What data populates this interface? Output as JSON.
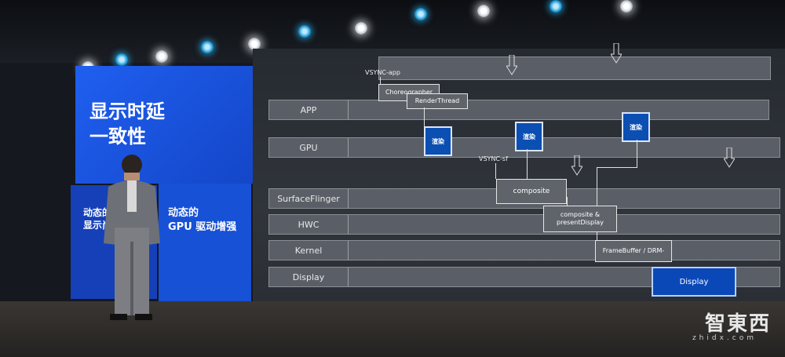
{
  "slide": {
    "title_line1": "显示时延",
    "title_line2": "一致性",
    "left_panel_line1": "动态的",
    "left_panel_line2": "显示尚",
    "right_panel_line1": "动态的",
    "right_panel_line2": "GPU 驱动增强"
  },
  "diagram": {
    "rows": [
      "APP",
      "GPU",
      "SurfaceFlinger",
      "HWC",
      "Kernel",
      "Display"
    ],
    "vsync_app": "VSYNC-app",
    "vsync_sf": "VSYNC-sf",
    "choreographer": "Choreographer",
    "render_thread": "RenderThread",
    "render_label": "渲染",
    "composite": "composite",
    "composite_present_1": "composite &",
    "composite_present_2": "presentDisplay",
    "framebuffer": "FrameBuffer / DRM-",
    "display_box": "Display"
  },
  "watermark": {
    "logo": "智東西",
    "sub": "zhidx.com"
  },
  "colors": {
    "slide_blue": "#1f5ff0",
    "render_blue": "#0b4fb3"
  }
}
